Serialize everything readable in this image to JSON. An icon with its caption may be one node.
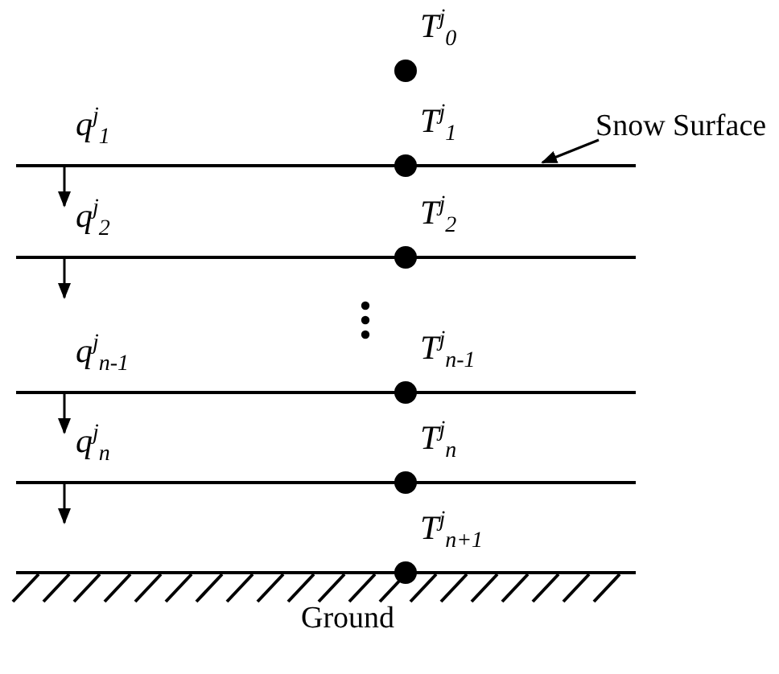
{
  "diagram": {
    "nodes": [
      {
        "text": [],
        "shape": "circle",
        "beside": [
          "T$^{j}$$_{0}$"
        ]
      },
      {
        "text": [],
        "shape": "circle",
        "beside": [
          "T$^{j}$$_{1}$"
        ]
      },
      {
        "text": [],
        "shape": "circle",
        "beside": [
          "T$^{j}$$_{2}$"
        ]
      },
      {
        "text": [],
        "shape": "circle",
        "beside": [
          "T$^{j}$$_{n-1}$"
        ]
      },
      {
        "text": [],
        "shape": "circle",
        "beside": [
          "T$^{j}$$_{n}$"
        ]
      },
      {
        "text": [],
        "shape": "circle",
        "beside": [
          "T$^{j}$$_{n+1}$"
        ]
      },
      {
        "text": [
          "Snow Surface"
        ]
      },
      {
        "text": [],
        "shape": "bar"
      }
    ],
    "edges": [
      {
        "from": 6,
        "to": 7,
        "arrow": "to"
      }
    ],
    "labels": [
      "q$^{j}$$_{1}$",
      "q$^{j}$$_{2}$",
      "q$^{j}$$_{n-1}$",
      "q$^{j}$$_{n}$",
      "Ground"
    ]
  }
}
